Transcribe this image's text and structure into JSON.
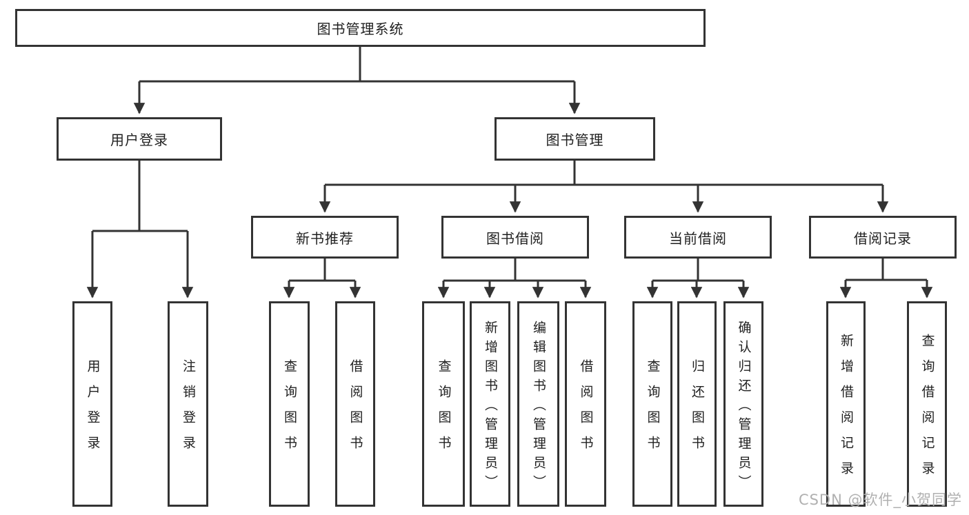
{
  "colors": {
    "line": "#333333",
    "box_border": "#333333",
    "text": "#1f1f1f",
    "watermark": "#b0b0b0",
    "background": "#ffffff"
  },
  "watermark": {
    "text": "CSDN @软件_小贺同学"
  },
  "tree": {
    "root": {
      "label": "图书管理系统",
      "children": [
        {
          "label": "用户登录",
          "children": [
            {
              "label": "用户登录"
            },
            {
              "label": "注销登录"
            }
          ]
        },
        {
          "label": "图书管理",
          "children": [
            {
              "label": "新书推荐",
              "children": [
                {
                  "label": "查询图书"
                },
                {
                  "label": "借阅图书"
                }
              ]
            },
            {
              "label": "图书借阅",
              "children": [
                {
                  "label": "查询图书"
                },
                {
                  "label": "新增图书（管理员）"
                },
                {
                  "label": "编辑图书（管理员）"
                },
                {
                  "label": "借阅图书"
                }
              ]
            },
            {
              "label": "当前借阅",
              "children": [
                {
                  "label": "查询图书"
                },
                {
                  "label": "归还图书"
                },
                {
                  "label": "确认归还（管理员）"
                }
              ]
            },
            {
              "label": "借阅记录",
              "children": [
                {
                  "label": "新增借阅记录"
                },
                {
                  "label": "查询借阅记录"
                }
              ]
            }
          ]
        }
      ]
    }
  }
}
